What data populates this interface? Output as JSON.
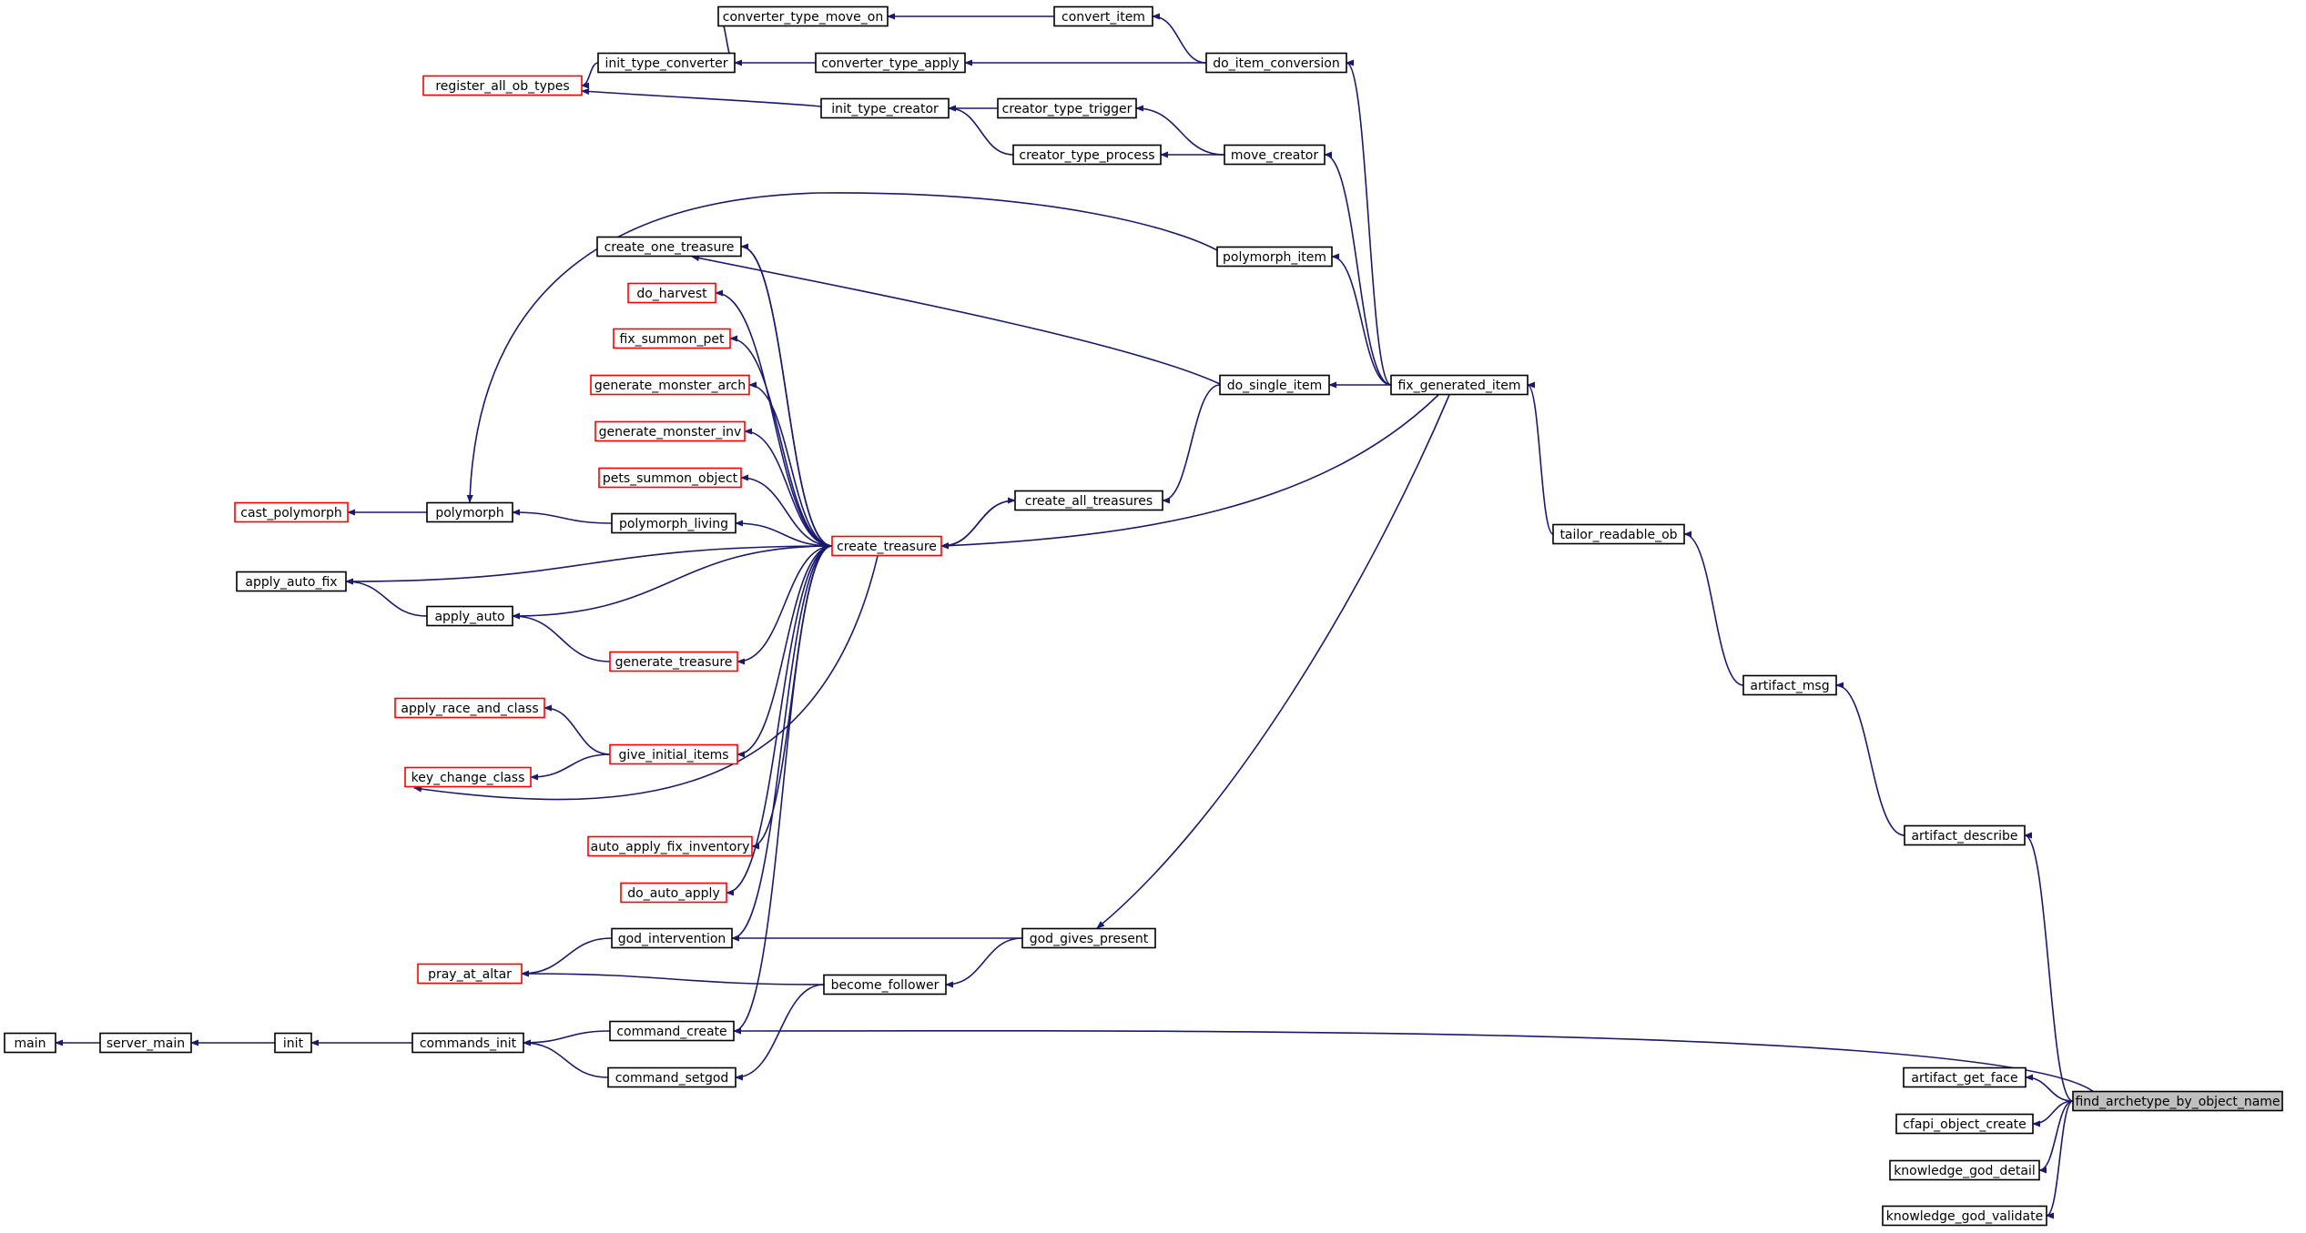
{
  "graph": {
    "colors": {
      "edge": "#191970",
      "border": "#000000",
      "border_truncated": "#ff0000",
      "root_fill": "#bfbfbf"
    },
    "nodes": [
      {
        "id": "find_archetype_by_object_name",
        "label": "find_archetype_by_object_name",
        "style": "root"
      },
      {
        "id": "converter_type_move_on",
        "label": "converter_type_move_on",
        "style": "normal"
      },
      {
        "id": "convert_item",
        "label": "convert_item",
        "style": "normal"
      },
      {
        "id": "init_type_converter",
        "label": "init_type_converter",
        "style": "normal"
      },
      {
        "id": "converter_type_apply",
        "label": "converter_type_apply",
        "style": "normal"
      },
      {
        "id": "do_item_conversion",
        "label": "do_item_conversion",
        "style": "normal"
      },
      {
        "id": "register_all_ob_types",
        "label": "register_all_ob_types",
        "style": "truncated"
      },
      {
        "id": "init_type_creator",
        "label": "init_type_creator",
        "style": "normal"
      },
      {
        "id": "creator_type_trigger",
        "label": "creator_type_trigger",
        "style": "normal"
      },
      {
        "id": "creator_type_process",
        "label": "creator_type_process",
        "style": "normal"
      },
      {
        "id": "move_creator",
        "label": "move_creator",
        "style": "normal"
      },
      {
        "id": "create_one_treasure",
        "label": "create_one_treasure",
        "style": "normal"
      },
      {
        "id": "polymorph_item",
        "label": "polymorph_item",
        "style": "normal"
      },
      {
        "id": "do_harvest",
        "label": "do_harvest",
        "style": "truncated"
      },
      {
        "id": "fix_summon_pet",
        "label": "fix_summon_pet",
        "style": "truncated"
      },
      {
        "id": "generate_monster_arch",
        "label": "generate_monster_arch",
        "style": "truncated"
      },
      {
        "id": "do_single_item",
        "label": "do_single_item",
        "style": "normal"
      },
      {
        "id": "fix_generated_item",
        "label": "fix_generated_item",
        "style": "normal"
      },
      {
        "id": "generate_monster_inv",
        "label": "generate_monster_inv",
        "style": "truncated"
      },
      {
        "id": "pets_summon_object",
        "label": "pets_summon_object",
        "style": "truncated"
      },
      {
        "id": "create_all_treasures",
        "label": "create_all_treasures",
        "style": "normal"
      },
      {
        "id": "cast_polymorph",
        "label": "cast_polymorph",
        "style": "truncated"
      },
      {
        "id": "polymorph",
        "label": "polymorph",
        "style": "normal"
      },
      {
        "id": "polymorph_living",
        "label": "polymorph_living",
        "style": "normal"
      },
      {
        "id": "tailor_readable_ob",
        "label": "tailor_readable_ob",
        "style": "normal"
      },
      {
        "id": "create_treasure",
        "label": "create_treasure",
        "style": "truncated"
      },
      {
        "id": "apply_auto_fix",
        "label": "apply_auto_fix",
        "style": "normal"
      },
      {
        "id": "apply_auto",
        "label": "apply_auto",
        "style": "normal"
      },
      {
        "id": "generate_treasure",
        "label": "generate_treasure",
        "style": "truncated"
      },
      {
        "id": "artifact_msg",
        "label": "artifact_msg",
        "style": "normal"
      },
      {
        "id": "apply_race_and_class",
        "label": "apply_race_and_class",
        "style": "truncated"
      },
      {
        "id": "give_initial_items",
        "label": "give_initial_items",
        "style": "truncated"
      },
      {
        "id": "key_change_class",
        "label": "key_change_class",
        "style": "truncated"
      },
      {
        "id": "auto_apply_fix_inventory",
        "label": "auto_apply_fix_inventory",
        "style": "truncated"
      },
      {
        "id": "artifact_describe",
        "label": "artifact_describe",
        "style": "normal"
      },
      {
        "id": "do_auto_apply",
        "label": "do_auto_apply",
        "style": "truncated"
      },
      {
        "id": "god_intervention",
        "label": "god_intervention",
        "style": "normal"
      },
      {
        "id": "god_gives_present",
        "label": "god_gives_present",
        "style": "normal"
      },
      {
        "id": "pray_at_altar",
        "label": "pray_at_altar",
        "style": "truncated"
      },
      {
        "id": "become_follower",
        "label": "become_follower",
        "style": "normal"
      },
      {
        "id": "main",
        "label": "main",
        "style": "normal"
      },
      {
        "id": "server_main",
        "label": "server_main",
        "style": "normal"
      },
      {
        "id": "init",
        "label": "init",
        "style": "normal"
      },
      {
        "id": "commands_init",
        "label": "commands_init",
        "style": "normal"
      },
      {
        "id": "command_create",
        "label": "command_create",
        "style": "normal"
      },
      {
        "id": "command_setgod",
        "label": "command_setgod",
        "style": "normal"
      },
      {
        "id": "artifact_get_face",
        "label": "artifact_get_face",
        "style": "normal"
      },
      {
        "id": "cfapi_object_create",
        "label": "cfapi_object_create",
        "style": "normal"
      },
      {
        "id": "knowledge_god_detail",
        "label": "knowledge_god_detail",
        "style": "normal"
      },
      {
        "id": "knowledge_god_validate",
        "label": "knowledge_god_validate",
        "style": "normal"
      }
    ],
    "edges": [
      {
        "from": "converter_type_move_on",
        "to": "convert_item"
      },
      {
        "from": "convert_item",
        "to": "do_item_conversion"
      },
      {
        "from": "init_type_converter",
        "to": "converter_type_move_on"
      },
      {
        "from": "init_type_converter",
        "to": "converter_type_apply"
      },
      {
        "from": "converter_type_apply",
        "to": "do_item_conversion"
      },
      {
        "from": "register_all_ob_types",
        "to": "init_type_converter"
      },
      {
        "from": "register_all_ob_types",
        "to": "init_type_creator"
      },
      {
        "from": "init_type_creator",
        "to": "creator_type_trigger"
      },
      {
        "from": "init_type_creator",
        "to": "creator_type_process"
      },
      {
        "from": "creator_type_trigger",
        "to": "move_creator"
      },
      {
        "from": "creator_type_process",
        "to": "move_creator"
      },
      {
        "from": "do_item_conversion",
        "to": "fix_generated_item"
      },
      {
        "from": "move_creator",
        "to": "fix_generated_item"
      },
      {
        "from": "polymorph_item",
        "to": "fix_generated_item"
      },
      {
        "from": "polymorph",
        "to": "polymorph_item"
      },
      {
        "from": "create_one_treasure",
        "to": "do_single_item"
      },
      {
        "from": "do_single_item",
        "to": "fix_generated_item"
      },
      {
        "from": "create_treasure",
        "to": "fix_generated_item"
      },
      {
        "from": "create_all_treasures",
        "to": "do_single_item"
      },
      {
        "from": "create_treasure",
        "to": "create_all_treasures"
      },
      {
        "from": "create_all_treasures",
        "to": "create_treasure"
      },
      {
        "from": "create_treasure",
        "to": "create_one_treasure"
      },
      {
        "from": "create_one_treasure",
        "to": "create_treasure"
      },
      {
        "from": "do_harvest",
        "to": "create_treasure"
      },
      {
        "from": "fix_summon_pet",
        "to": "create_treasure"
      },
      {
        "from": "generate_monster_arch",
        "to": "create_treasure"
      },
      {
        "from": "generate_monster_inv",
        "to": "create_treasure"
      },
      {
        "from": "pets_summon_object",
        "to": "create_treasure"
      },
      {
        "from": "polymorph_living",
        "to": "create_treasure"
      },
      {
        "from": "apply_auto_fix",
        "to": "create_treasure"
      },
      {
        "from": "apply_auto",
        "to": "create_treasure"
      },
      {
        "from": "generate_treasure",
        "to": "create_treasure"
      },
      {
        "from": "give_initial_items",
        "to": "create_treasure"
      },
      {
        "from": "auto_apply_fix_inventory",
        "to": "create_treasure"
      },
      {
        "from": "do_auto_apply",
        "to": "create_treasure"
      },
      {
        "from": "god_intervention",
        "to": "create_treasure"
      },
      {
        "from": "command_create",
        "to": "create_treasure"
      },
      {
        "from": "cast_polymorph",
        "to": "polymorph"
      },
      {
        "from": "polymorph",
        "to": "polymorph_living"
      },
      {
        "from": "apply_auto_fix",
        "to": "apply_auto"
      },
      {
        "from": "apply_auto",
        "to": "generate_treasure"
      },
      {
        "from": "apply_race_and_class",
        "to": "give_initial_items"
      },
      {
        "from": "key_change_class",
        "to": "give_initial_items"
      },
      {
        "from": "key_change_class",
        "to": "create_treasure"
      },
      {
        "from": "fix_generated_item",
        "to": "tailor_readable_ob"
      },
      {
        "from": "tailor_readable_ob",
        "to": "artifact_msg"
      },
      {
        "from": "artifact_msg",
        "to": "artifact_describe"
      },
      {
        "from": "artifact_describe",
        "to": "find_archetype_by_object_name"
      },
      {
        "from": "god_gives_present",
        "to": "fix_generated_item"
      },
      {
        "from": "god_intervention",
        "to": "god_gives_present"
      },
      {
        "from": "become_follower",
        "to": "god_gives_present"
      },
      {
        "from": "pray_at_altar",
        "to": "god_intervention"
      },
      {
        "from": "pray_at_altar",
        "to": "become_follower"
      },
      {
        "from": "command_setgod",
        "to": "become_follower"
      },
      {
        "from": "main",
        "to": "server_main"
      },
      {
        "from": "server_main",
        "to": "init"
      },
      {
        "from": "init",
        "to": "commands_init"
      },
      {
        "from": "commands_init",
        "to": "command_create"
      },
      {
        "from": "commands_init",
        "to": "command_setgod"
      },
      {
        "from": "command_create",
        "to": "find_archetype_by_object_name"
      },
      {
        "from": "artifact_get_face",
        "to": "find_archetype_by_object_name"
      },
      {
        "from": "cfapi_object_create",
        "to": "find_archetype_by_object_name"
      },
      {
        "from": "knowledge_god_detail",
        "to": "find_archetype_by_object_name"
      },
      {
        "from": "knowledge_god_validate",
        "to": "find_archetype_by_object_name"
      }
    ]
  }
}
